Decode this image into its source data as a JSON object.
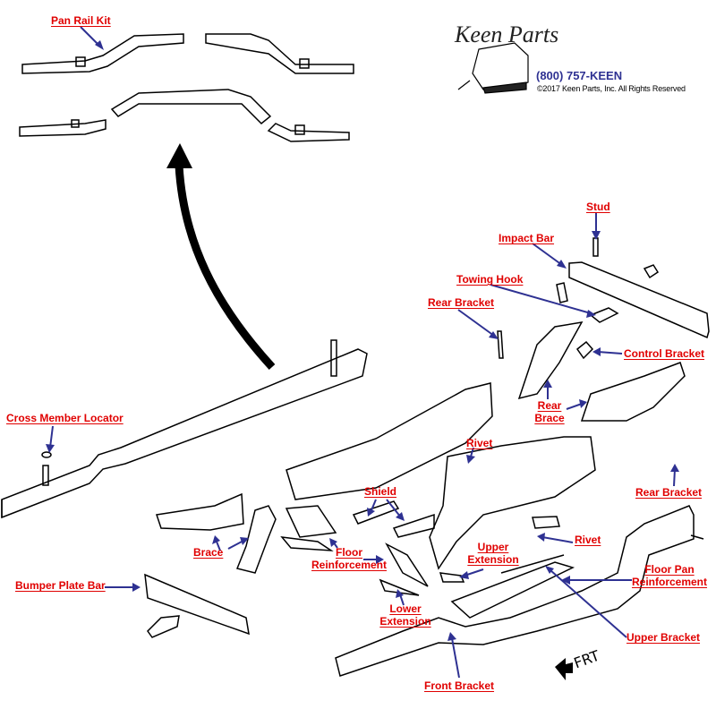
{
  "brand": {
    "logo_text": "Keen Parts",
    "phone": "(800) 757-KEEN",
    "copyright": "©2017 Keen Parts, Inc. All Rights Reserved"
  },
  "direction_marker": "FRT",
  "colors": {
    "label": "#e00000",
    "arrow": "#2e3192",
    "phone": "#2e3192"
  },
  "labels": {
    "pan_rail_kit": "Pan Rail Kit",
    "stud": "Stud",
    "impact_bar": "Impact Bar",
    "towing_hook": "Towing Hook",
    "rear_bracket_top": "Rear Bracket",
    "control_bracket": "Control Bracket",
    "rear_brace_1": "Rear",
    "rear_brace_2": "Brace",
    "cross_member_locator": "Cross Member Locator",
    "rivet_top": "Rivet",
    "rear_bracket_right": "Rear Bracket",
    "shield": "Shield",
    "brace": "Brace",
    "floor_reinf_1": "Floor",
    "floor_reinf_2": "Reinforcement",
    "upper_ext_1": "Upper",
    "upper_ext_2": "Extension",
    "rivet_right": "Rivet",
    "floor_pan_reinf_1": "Floor Pan",
    "floor_pan_reinf_2": "Reinforcement",
    "bumper_plate_bar": "Bumper Plate Bar",
    "lower_ext_1": "Lower",
    "lower_ext_2": "Extension",
    "upper_bracket": "Upper Bracket",
    "front_bracket": "Front Bracket"
  }
}
